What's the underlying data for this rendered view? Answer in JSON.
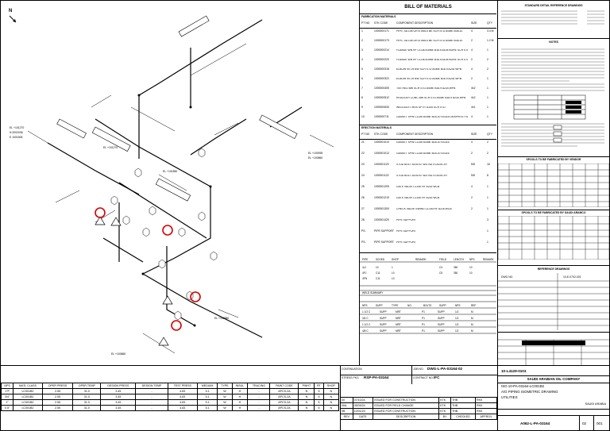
{
  "drawing": {
    "north_label": "N",
    "callouts": [
      "EL +101270",
      "EL +100935",
      "EL +100860",
      "EL +101850",
      "EL +102980",
      "N 2002006",
      "E 1001505"
    ]
  },
  "bom": {
    "title": "BILL OF MATERIALS",
    "fabrication_header": "FABRICATION MATERIALS",
    "erection_header": "ERECTION MATERIALS",
    "col_pt": "PT NO",
    "col_stk": "STK CODE",
    "col_desc": "COMPONENT DESCRIPTION",
    "col_size": "SIZE",
    "col_qty": "QTY",
    "fab_rows": [
      {
        "pt": "1",
        "stk": "1000000171",
        "desc": "PIPE, SA 106 GR B SMLS BE SCH STD ASME B36.10",
        "size": "4",
        "qty": "3.4 M"
      },
      {
        "pt": "2",
        "stk": "1000000173",
        "desc": "PIPE, SA 106 GR B SMLS BE SCH STD ASME B36.10",
        "size": "2",
        "qty": "1.2 M"
      },
      {
        "pt": "3",
        "stk": "1000000214",
        "desc": "FLANGE WN RF CL150 ASME B16.5 A105 BORE SCH STD",
        "size": "4",
        "qty": "1"
      },
      {
        "pt": "4",
        "stk": "1000000220",
        "desc": "FLANGE WN RF CL150 ASME B16.5 A105 BORE SCH STD",
        "size": "2",
        "qty": "2"
      },
      {
        "pt": "5",
        "stk": "1000000318",
        "desc": "ELBOW 90 LR BW SCH STD ASME B16.9 A234 WPB",
        "size": "4",
        "qty": "2"
      },
      {
        "pt": "6",
        "stk": "1000000322",
        "desc": "ELBOW 90 LR BW SCH STD ASME B16.9 A234 WPB",
        "size": "2",
        "qty": "1"
      },
      {
        "pt": "7",
        "stk": "1000000405",
        "desc": "TEE RED BW SCH STD ASME B16.9 A234 WPB",
        "size": "4x2",
        "qty": "1"
      },
      {
        "pt": "8",
        "stk": "1000000512",
        "desc": "REDUCER CONC BW SCH STD ASME B16.9 A234 WPB",
        "size": "4x2",
        "qty": "1"
      },
      {
        "pt": "9",
        "stk": "1000000630",
        "desc": "WELDOLET MSS SP-97 A105 SCH STD",
        "size": "4x1",
        "qty": "1"
      },
      {
        "pt": "10",
        "stk": "1000000711",
        "desc": "GASKET SPW CL150 ASME B16.20 SS316 GRAPHITE FILLED",
        "size": "4",
        "qty": "1"
      }
    ],
    "erc_rows": [
      {
        "pt": "21",
        "stk": "1000001010",
        "desc": "GASKET SPW CL150 ASME B16.20 SS316",
        "size": "4",
        "qty": "2"
      },
      {
        "pt": "22",
        "stk": "1000001012",
        "desc": "GASKET SPW CL150 ASME B16.20 SS316",
        "size": "2",
        "qty": "2"
      },
      {
        "pt": "23",
        "stk": "1000001120",
        "desc": "STUD BOLT A193 B7 W/2 NUTS A194 2H",
        "size": "5/8",
        "qty": "16"
      },
      {
        "pt": "24",
        "stk": "1000001122",
        "desc": "STUD BOLT A193 B7 W/2 NUTS A194 2H",
        "size": "5/8",
        "qty": "8"
      },
      {
        "pt": "25",
        "stk": "1000001205",
        "desc": "GATE VALVE CL150 RF A216 WCB",
        "size": "4",
        "qty": "1"
      },
      {
        "pt": "26",
        "stk": "1000001210",
        "desc": "GATE VALVE CL150 RF A216 WCB",
        "size": "2",
        "qty": "1"
      },
      {
        "pt": "27",
        "stk": "1000001300",
        "desc": "CHECK VALVE SWING CL150 RF A216 WCB",
        "size": "2",
        "qty": "1"
      },
      {
        "pt": "28",
        "stk": "1000001420",
        "desc": "PIPE SUPPORT",
        "size": "",
        "qty": "3"
      },
      {
        "pt": "PS-",
        "stk": "PIPE SUPPORT",
        "desc": "PIPE SUPPORT",
        "size": "",
        "qty": "1"
      },
      {
        "pt": "PS-",
        "stk": "PIPE SUPPORT",
        "desc": "PIPE SUPPORT",
        "size": "",
        "qty": "1"
      }
    ]
  },
  "right_panel": {
    "std_title": "STANDARD DETAIL REFERENCE DRAWINGS",
    "notes_title": "NOTES",
    "spools_vendor_title": "SPOOLS TO BE FABRICATED BY VENDOR",
    "spools_aramco_title": "SPOOLS TO BE FABRICATED BY SAUDI ARAMCO",
    "ref_title": "REFERENCE DRAWINGS",
    "ref_col1": "DWG NO.",
    "ref_val": "10-E-0702-001"
  },
  "title_block": {
    "ref_no": "10-L4129-0103",
    "company": "SAUDI ARABIAN OIL COMPANY",
    "dwg_title_line1": "ISO 10-PA-03164-LC001B2",
    "dwg_title_line2": "A/G PIPING ISOMETRIC DRAWING",
    "dwg_title_line3": "UTILITIES",
    "location": "SAUDI ARABIA",
    "dwg_no": "A062-L-PA-03164",
    "sheet": "02",
    "rev": "001",
    "job_label": "JOB NO.",
    "contract_label": "CONTRACT NO.",
    "continuation_label": "CONTINUATION",
    "contin_val": "DWG-L-PA-03164-02",
    "stress_label": "STRESS PKG",
    "stress_val": "RSP-PA-03164",
    "cert_label": "CERTIFIED",
    "cert_val": "IFC"
  },
  "revisions": [
    {
      "rev": "00",
      "date": "07/10/24",
      "desc": "ISSUED FOR CONSTRUCTION",
      "by": "KTK",
      "chk": "THB",
      "appr": "RKK"
    },
    {
      "rev": "00A",
      "date": "05/09/24",
      "desc": "ISSUED FOR FIELD CHANGE",
      "by": "KTK",
      "chk": "THB",
      "appr": "RKK"
    },
    {
      "rev": "0B",
      "date": "10/01/23",
      "desc": "ISSUED FOR CONSTRUCTION",
      "by": "KTK",
      "chk": "THB",
      "appr": "RKK"
    }
  ],
  "rev_headers": {
    "rev": "REV",
    "date": "DATE",
    "desc": "DESCRIPTION",
    "by": "BY",
    "chk": "CHECKED",
    "appr": "APPROV"
  },
  "line_table": {
    "headers": [
      "NPS",
      "MATL CLASS",
      "OPER PRESS",
      "OPER TEMP",
      "DESIGN PRESS",
      "DESIGN TEMP",
      "TEST PRESS",
      "MEDIUM",
      "TYPE",
      "INSUL",
      "TRACING",
      "PAINT CODE",
      "PWHT",
      "RT",
      "SHOP"
    ],
    "rows": [
      [
        "1\"P",
        "LC001B2",
        "2.55",
        "31.0",
        "3.45",
        "-",
        "4.83",
        "5.1",
        "W",
        "H",
        "-",
        "APCS-2A",
        "N",
        "5",
        "N"
      ],
      [
        "3/4\"",
        "LC001B2",
        "2.55",
        "31.0",
        "3.45",
        "-",
        "4.83",
        "5.1",
        "W",
        "H",
        "-",
        "APCS-2A",
        "N",
        "5",
        "N"
      ],
      [
        "1\"",
        "LC001B2",
        "2.55",
        "31.0",
        "3.45",
        "-",
        "4.83",
        "5.1",
        "W",
        "H",
        "-",
        "APCS-2A",
        "N",
        "5",
        "N"
      ],
      [
        "0.5\"",
        "LC001B2",
        "2.55",
        "31.0",
        "3.45",
        "-",
        "4.83",
        "5.1",
        "W",
        "H",
        "-",
        "APCS-2A",
        "N",
        "5",
        "N"
      ]
    ]
  }
}
